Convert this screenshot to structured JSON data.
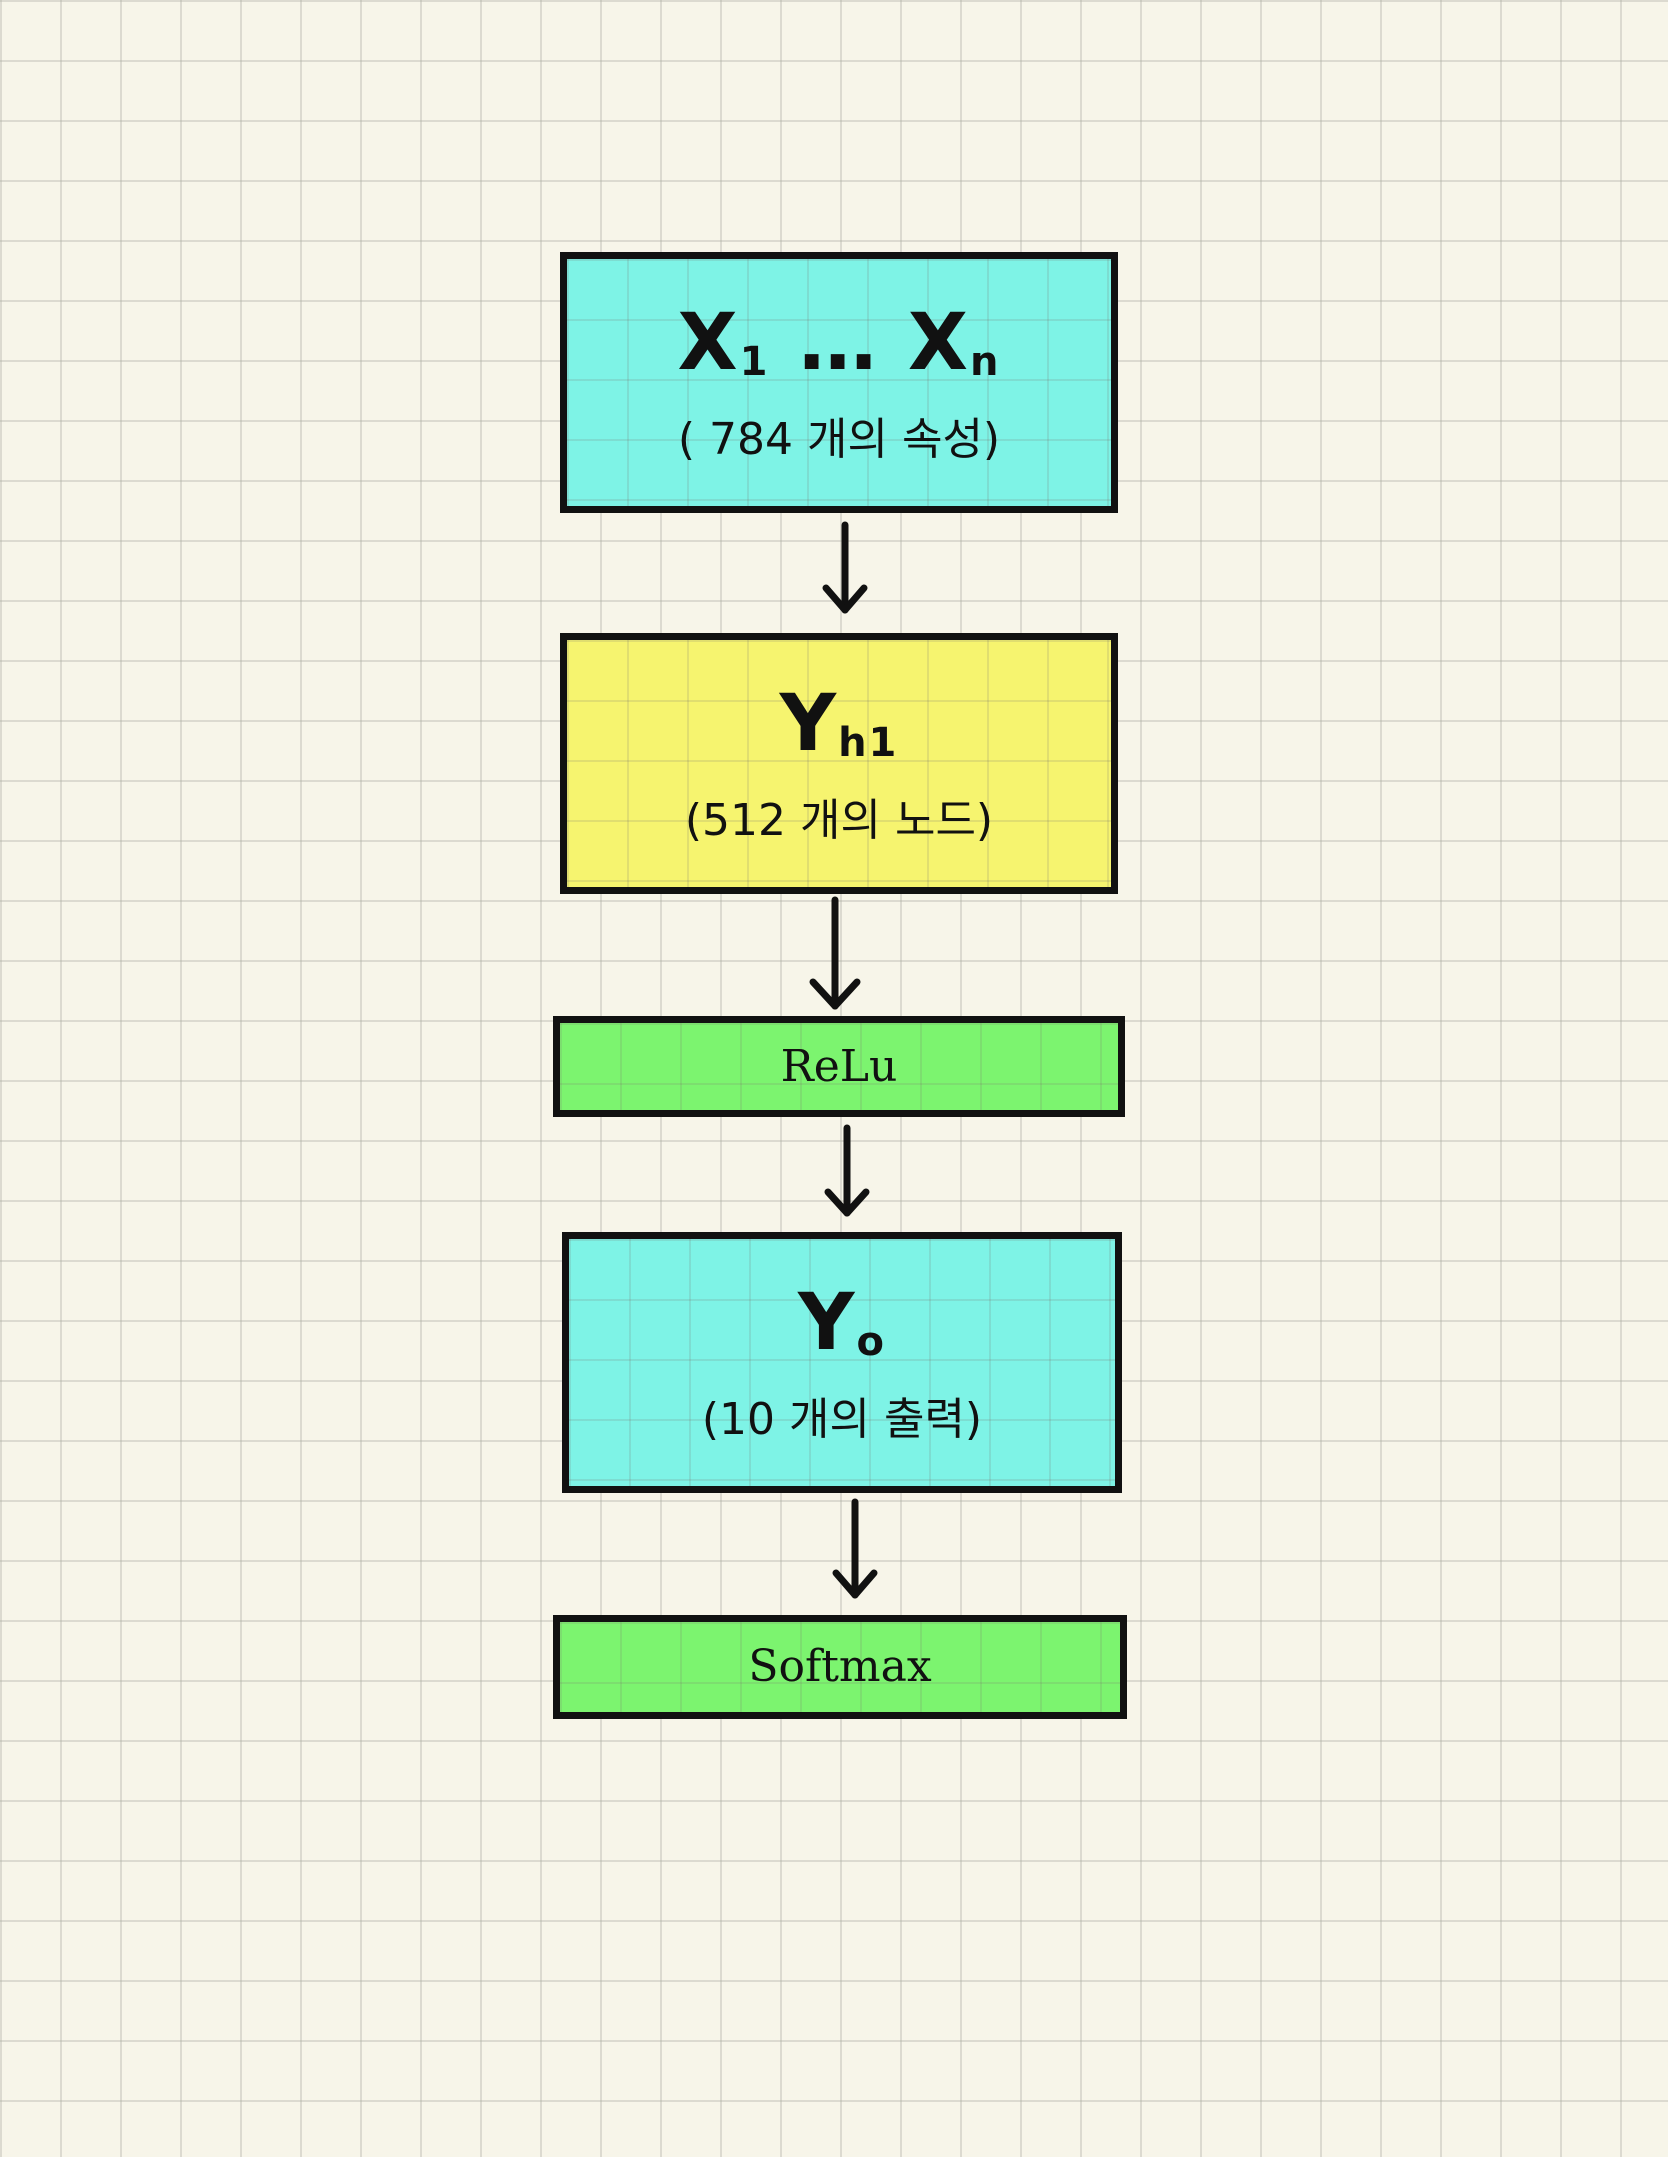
{
  "colors": {
    "background": "#f7f5e9",
    "cyan": "#7ef3e6",
    "yellow": "#f6f46f",
    "green": "#7cf46f",
    "outline": "#111111"
  },
  "nodes": {
    "input": {
      "title_main": "X",
      "title_sub1": "1",
      "title_dots": " … ",
      "title_main2": "X",
      "title_sub2": "n",
      "subtitle": "( 784 개의 속성)"
    },
    "hidden": {
      "title_main": "Y",
      "title_sub": "h1",
      "subtitle": "(512 개의  노드)"
    },
    "relu": {
      "label": "ReLu"
    },
    "output": {
      "title_main": "Y",
      "title_sub": "o",
      "subtitle": "(10 개의 출력)"
    },
    "softmax": {
      "label": "Softmax"
    }
  }
}
